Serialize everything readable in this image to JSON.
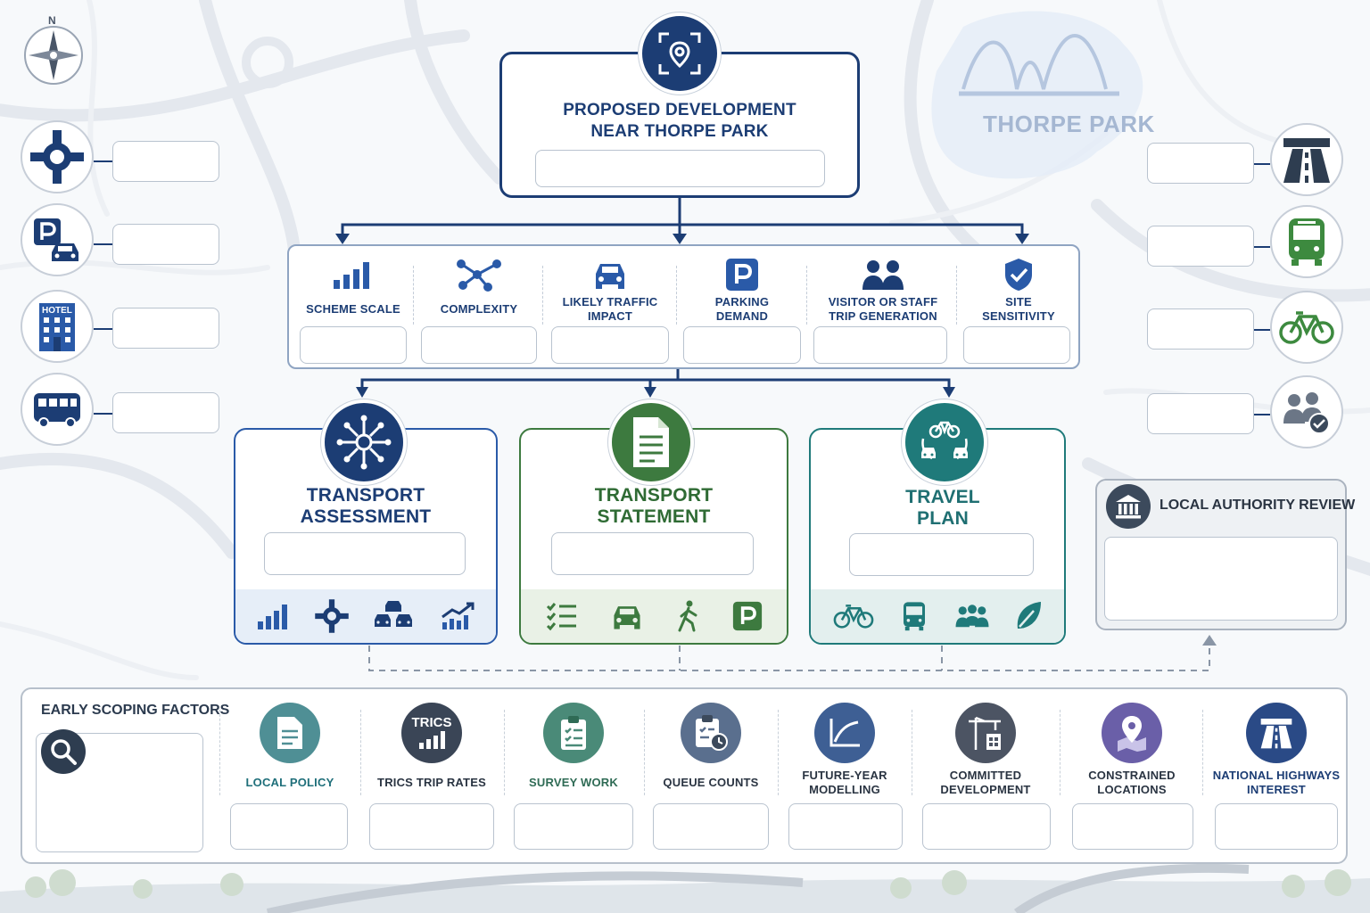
{
  "colors": {
    "navy": "#1c3d74",
    "green": "#3d7a3f",
    "teal": "#1f7a7a",
    "grey": "#3c4a5c"
  },
  "compass": {
    "label": "N"
  },
  "landmark": {
    "label": "THORPE PARK"
  },
  "development": {
    "title_line1": "PROPOSED DEVELOPMENT",
    "title_line2": "NEAR THORPE PARK",
    "value": ""
  },
  "factors": [
    {
      "id": "scheme-scale",
      "line1": "SCHEME SCALE",
      "line2": "",
      "icon": "bar-chart-icon",
      "value": ""
    },
    {
      "id": "complexity",
      "line1": "COMPLEXITY",
      "line2": "",
      "icon": "network-nodes-icon",
      "value": ""
    },
    {
      "id": "traffic-impact",
      "line1": "LIKELY TRAFFIC",
      "line2": "IMPACT",
      "icon": "car-icon",
      "value": ""
    },
    {
      "id": "parking-demand",
      "line1": "PARKING",
      "line2": "DEMAND",
      "icon": "parking-icon",
      "value": ""
    },
    {
      "id": "trip-generation",
      "line1": "VISITOR OR STAFF",
      "line2": "TRIP GENERATION",
      "icon": "people-icon",
      "value": ""
    },
    {
      "id": "site-sensitivity",
      "line1": "SITE",
      "line2": "SENSITIVITY",
      "icon": "shield-check-icon",
      "value": ""
    }
  ],
  "left_icons": [
    {
      "id": "roundabout",
      "icon": "roundabout-icon",
      "value": ""
    },
    {
      "id": "parking",
      "icon": "parking-car-icon",
      "value": ""
    },
    {
      "id": "hotel",
      "icon": "hotel-icon",
      "label": "HOTEL",
      "value": ""
    },
    {
      "id": "coach",
      "icon": "coach-icon",
      "value": ""
    }
  ],
  "right_icons": [
    {
      "id": "motorway",
      "icon": "motorway-icon",
      "value": ""
    },
    {
      "id": "bus",
      "icon": "bus-icon",
      "value": ""
    },
    {
      "id": "cycle",
      "icon": "bicycle-icon",
      "value": ""
    },
    {
      "id": "community",
      "icon": "people-check-icon",
      "value": ""
    }
  ],
  "outputs": [
    {
      "id": "transport-assessment",
      "line1": "TRANSPORT",
      "line2": "ASSESSMENT",
      "value": "",
      "icons": [
        "bar-chart-icon",
        "roundabout-icon",
        "traffic-queue-icon",
        "trend-up-icon"
      ]
    },
    {
      "id": "transport-statement",
      "line1": "TRANSPORT",
      "line2": "STATEMENT",
      "value": "",
      "icons": [
        "checklist-icon",
        "car-icon",
        "pedestrian-icon",
        "parking-icon"
      ]
    },
    {
      "id": "travel-plan",
      "line1": "TRAVEL",
      "line2": "PLAN",
      "value": "",
      "icons": [
        "bicycle-icon",
        "bus-icon",
        "people-icon",
        "leaf-icon"
      ]
    }
  ],
  "local_authority": {
    "title": "LOCAL AUTHORITY REVIEW",
    "value": ""
  },
  "scoping": {
    "title": "EARLY SCOPING FACTORS",
    "value": "",
    "items": [
      {
        "id": "local-policy",
        "line1": "LOCAL POLICY",
        "line2": "",
        "icon": "document-icon",
        "color": "#4f8f95",
        "text_color": "#1f6f7a",
        "value": ""
      },
      {
        "id": "trics",
        "line1": "TRICS TRIP RATES",
        "line2": "",
        "icon": "trics-icon",
        "badge": "TRICS",
        "color": "#3a4556",
        "text_color": "#2a3442",
        "value": ""
      },
      {
        "id": "survey-work",
        "line1": "SURVEY WORK",
        "line2": "",
        "icon": "clipboard-icon",
        "color": "#4a8a78",
        "text_color": "#2f6b55",
        "value": ""
      },
      {
        "id": "queue-counts",
        "line1": "QUEUE COUNTS",
        "line2": "",
        "icon": "clipboard-clock-icon",
        "color": "#5a6f8e",
        "text_color": "#2a3442",
        "value": ""
      },
      {
        "id": "future-year",
        "line1": "FUTURE-YEAR",
        "line2": "MODELLING",
        "icon": "curve-chart-icon",
        "color": "#3e5f94",
        "text_color": "#2a3442",
        "value": ""
      },
      {
        "id": "committed",
        "line1": "COMMITTED",
        "line2": "DEVELOPMENT",
        "icon": "crane-icon",
        "color": "#4c5463",
        "text_color": "#2a3442",
        "value": ""
      },
      {
        "id": "constrained",
        "line1": "CONSTRAINED",
        "line2": "LOCATIONS",
        "icon": "map-pin-icon",
        "color": "#6a5fa8",
        "text_color": "#2a3442",
        "value": ""
      },
      {
        "id": "national-highways",
        "line1": "NATIONAL HIGHWAYS",
        "line2": "INTEREST",
        "icon": "motorway-icon",
        "color": "#2a4a86",
        "text_color": "#1c3d74",
        "value": ""
      }
    ]
  }
}
